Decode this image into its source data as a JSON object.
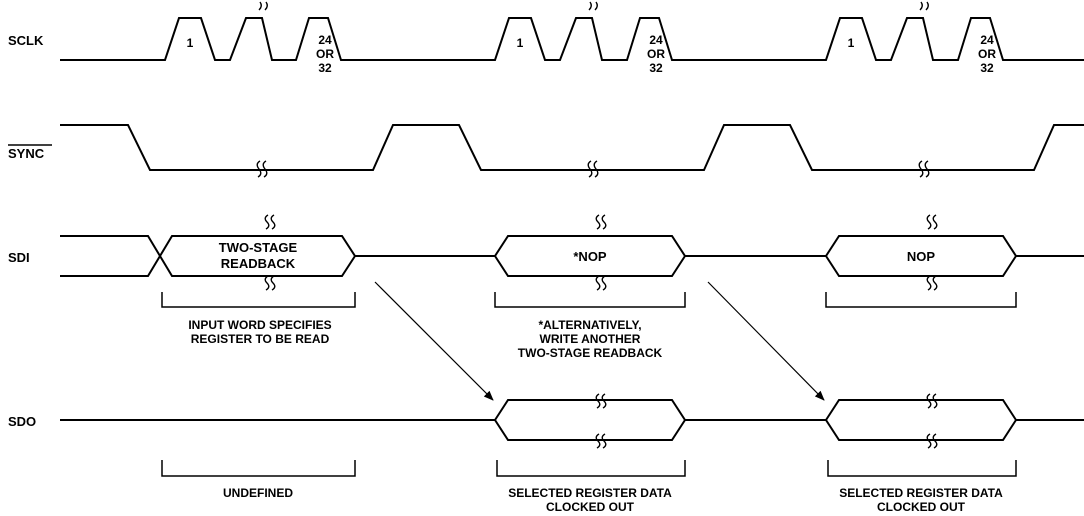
{
  "signals": {
    "sclk": "SCLK",
    "sync": "SYNC",
    "sdi": "SDI",
    "sdo": "SDO"
  },
  "sclk_pulse": {
    "first": "1",
    "last_line1": "24",
    "last_line2": "OR",
    "last_line3": "32"
  },
  "sdi_words": {
    "frame1_line1": "TWO-STAGE",
    "frame1_line2": "READBACK",
    "frame2": "*NOP",
    "frame3": "NOP"
  },
  "notes": {
    "frame1_line1": "INPUT WORD SPECIFIES",
    "frame1_line2": "REGISTER TO BE READ",
    "frame2_line1": "*ALTERNATIVELY,",
    "frame2_line2": "WRITE ANOTHER",
    "frame2_line3": "TWO-STAGE READBACK",
    "undefined": "UNDEFINED",
    "sdo_line1": "SELECTED REGISTER DATA",
    "sdo_line2": "CLOCKED OUT"
  }
}
